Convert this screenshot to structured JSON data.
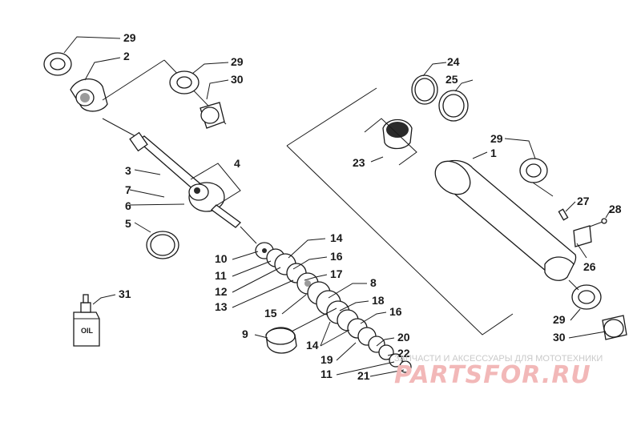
{
  "callouts": {
    "c29a": "29",
    "c2": "2",
    "c29b": "29",
    "c30a": "30",
    "c3": "3",
    "c4": "4",
    "c7": "7",
    "c6": "6",
    "c5": "5",
    "c24": "24",
    "c25": "25",
    "c23": "23",
    "c29c": "29",
    "c1": "1",
    "c27": "27",
    "c28": "28",
    "c26": "26",
    "c14a": "14",
    "c16a": "16",
    "c17": "17",
    "c10": "10",
    "c11a": "11",
    "c12": "12",
    "c13": "13",
    "c15": "15",
    "c8": "8",
    "c18": "18",
    "c16b": "16",
    "c14b": "14",
    "c19": "19",
    "c20": "20",
    "c22": "22",
    "c11b": "11",
    "c21": "21",
    "c9": "9",
    "c31": "31",
    "c29d": "29",
    "c30b": "30"
  },
  "oil_bottle_label": "OIL",
  "watermark": {
    "tagline": "ЗАПЧАСТИ И АКСЕССУАРЫ ДЛЯ МОТОТЕХНИКИ",
    "logo": "PARTSFOR.RU"
  }
}
